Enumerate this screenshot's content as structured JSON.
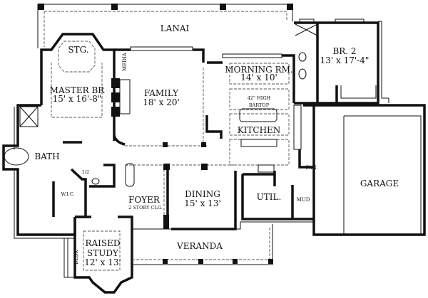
{
  "plan": {
    "rooms": {
      "lanai": "LANAI",
      "storage": "STG.",
      "media": "MEDIA",
      "master_br": {
        "name": "MASTER BR",
        "size": "15' x 16'-8\""
      },
      "family": {
        "name": "FAMILY",
        "size": "18' x 20'"
      },
      "morning_rm": {
        "name": "MORNING RM.",
        "size": "14' x 10'"
      },
      "bartop": {
        "line1": "42\" HIGH",
        "line2": "BARTOP"
      },
      "kitchen": "KITCHEN",
      "br2": {
        "name": "BR. 2",
        "size": "13' x 17'-4\""
      },
      "garage": "GARAGE",
      "bath": "BATH",
      "half_bath": "1/2",
      "wic": "W.I.C.",
      "foyer": {
        "name": "FOYER",
        "note": "2 STORY CLG."
      },
      "dining": {
        "name": "DINING",
        "size": "15' x 13'"
      },
      "util": "UTIL.",
      "mud": "MUD",
      "pantry": "PAN.",
      "veranda": "VERANDA",
      "raised_study": {
        "line1": "RAISED",
        "line2": "STUDY",
        "size": "12' x 13'"
      },
      "desk": "DESK"
    }
  }
}
